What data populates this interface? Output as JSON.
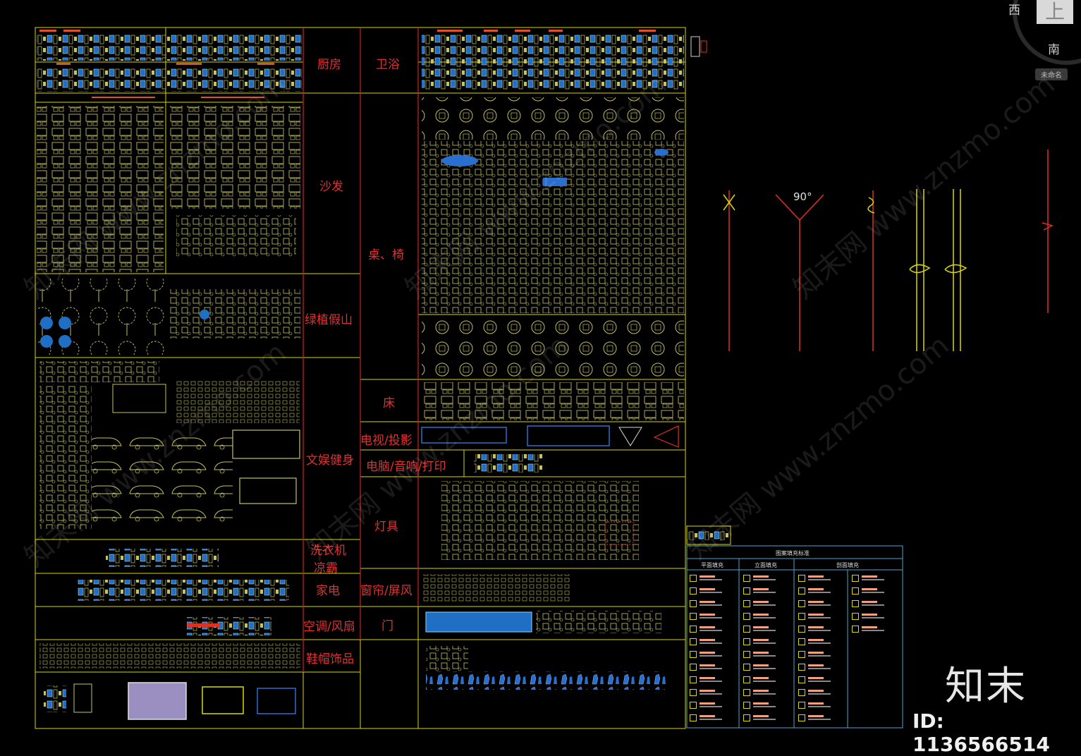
{
  "categories": {
    "kitchen": "厨房",
    "bath": "卫浴",
    "sofa": "沙发",
    "table_chair": "桌、椅",
    "plants": "绿植假山",
    "leisure": "文娱健身",
    "bed": "床",
    "tv": "电视/投影",
    "computer": "电脑/音响/打印",
    "lamps": "灯具",
    "washer": "洗衣机",
    "heater": "凉霸",
    "appliance": "家电",
    "curtain": "窗帘/屏风",
    "ac": "空调/风扇",
    "door": "门",
    "shoes": "鞋帽饰品"
  },
  "angle_label": "90°",
  "legend": {
    "title": "图案填充标准",
    "col1": "平面填充",
    "col2": "立面填充",
    "col3": "剖面填充"
  },
  "viewcube": {
    "top": "上",
    "west": "西",
    "south": "南",
    "badge": "未命名"
  },
  "watermark": "知末网 www.znzmo.com",
  "brand": "知末",
  "image_id": "ID: 1136566514",
  "colors": {
    "grid": "#d8d400",
    "label_red": "#e23030",
    "block_yellow": "#c9c45a",
    "block_blue": "#2f8ee0"
  }
}
